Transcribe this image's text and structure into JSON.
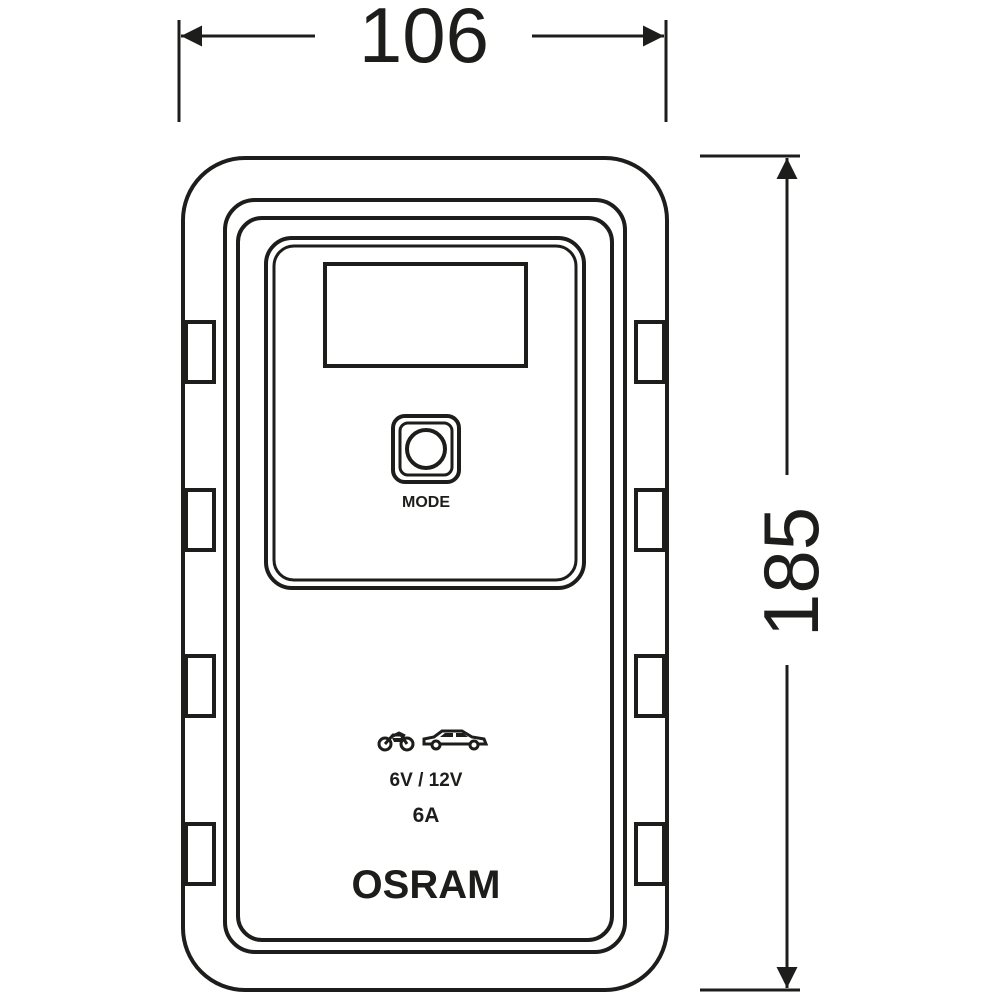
{
  "dimensions": {
    "width_label": "106",
    "height_label": "185"
  },
  "device": {
    "mode_label": "MODE",
    "voltage_label": "6V / 12V",
    "current_label": "6A",
    "brand": "OSRAM",
    "icons": [
      "motorcycle-icon",
      "car-icon"
    ]
  }
}
